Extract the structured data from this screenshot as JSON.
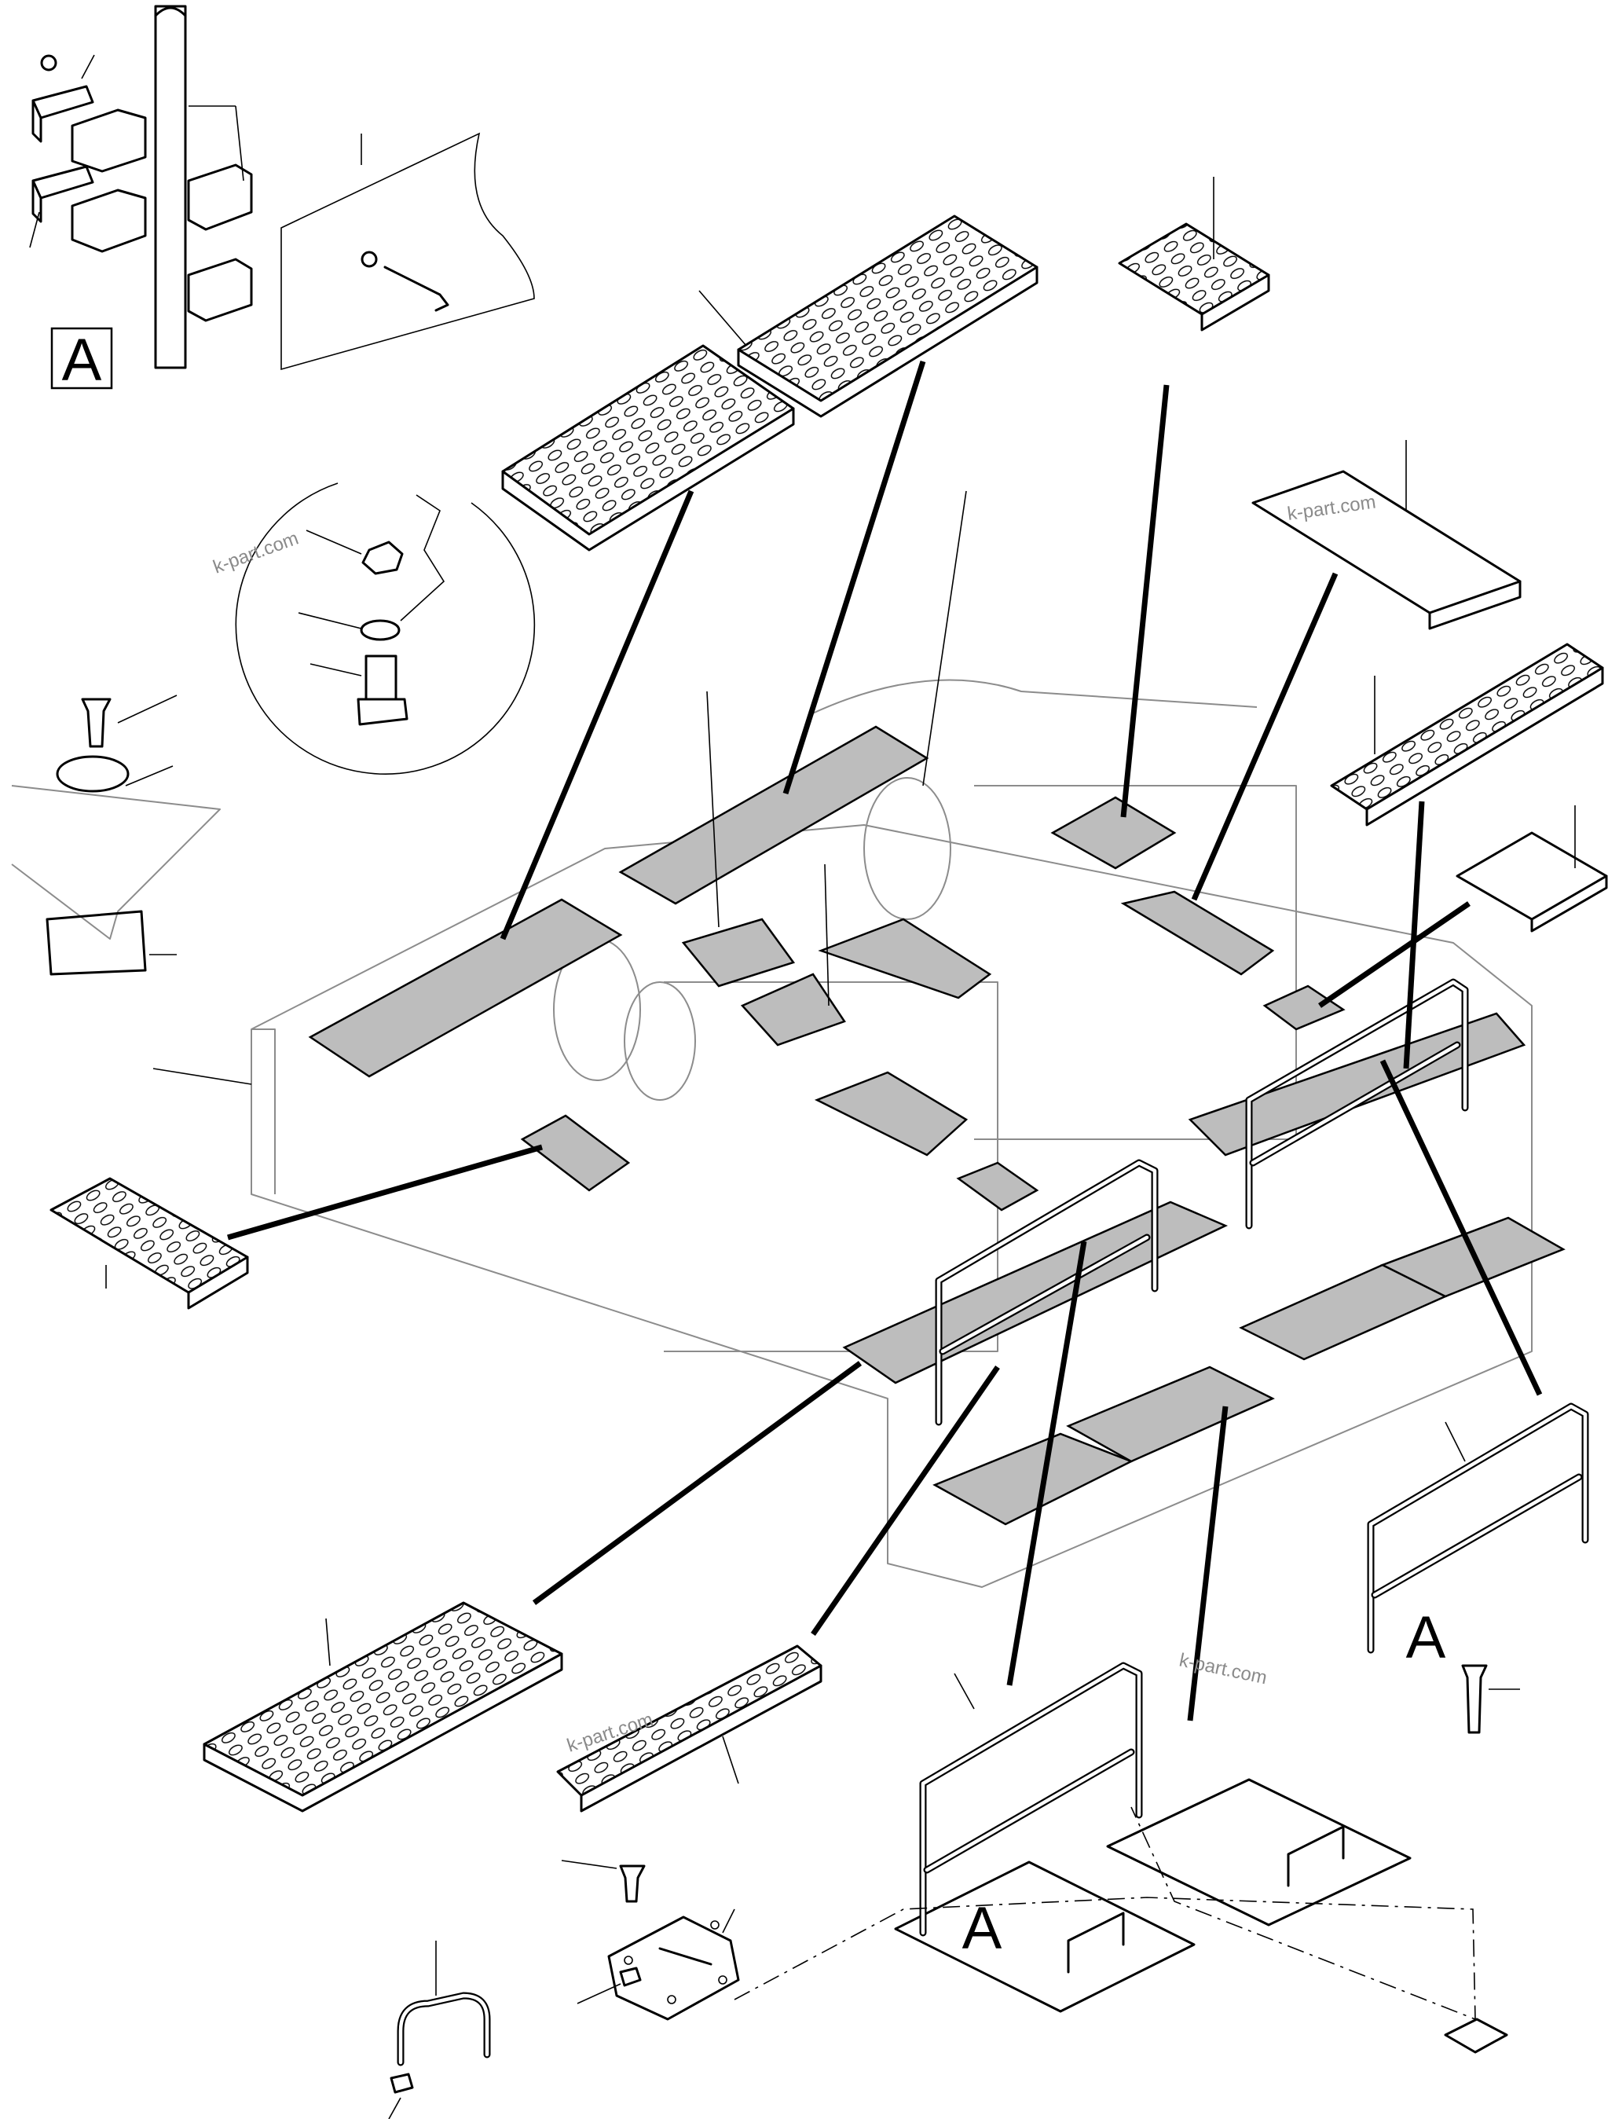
{
  "view_labels": {
    "detail_box": "A",
    "railing_right": "A",
    "railing_center": "A"
  },
  "watermarks": [
    "k-part.com",
    "k-part.com",
    "k-part.com",
    "k-part.com"
  ],
  "icons": [
    "detail-callout-icon",
    "bolt-icon",
    "nut-icon",
    "hinge-icon",
    "u-bolt-icon"
  ]
}
